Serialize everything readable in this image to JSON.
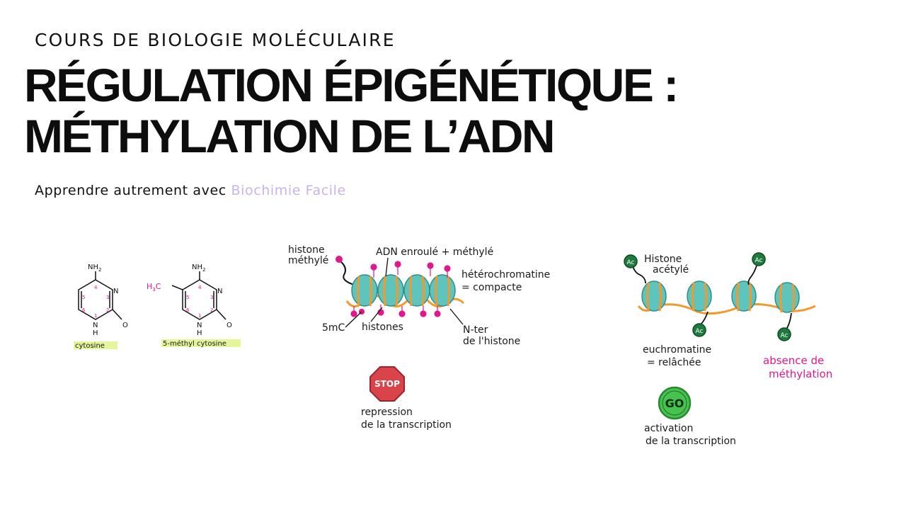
{
  "header": {
    "course": "COURS DE BIOLOGIE MOLÉCULAIRE",
    "title_line1": "RÉGULATION ÉPIGÉNÉTIQUE :",
    "title_line2": "MÉTHYLATION DE L’ADN",
    "tagline_prefix": "Apprendre autrement avec",
    "tagline_brand": "Biochimie Facile"
  },
  "colors": {
    "brand": "#c9b3e8",
    "dna_strand": "#f29a2e",
    "nucleosome": "#5fc4bb",
    "methyl": "#e0188c",
    "acetyl": "#1f7a3d",
    "stop": "#d9434a",
    "go": "#47c24f",
    "highlight": "#e4f59a"
  },
  "molecules": {
    "cytosine": {
      "label": "cytosine",
      "amine": "NH",
      "amine_sub": "2",
      "n3": "N",
      "n1": "N",
      "h": "H",
      "o": "O",
      "ring_numbers": [
        "4",
        "3",
        "2",
        "1",
        "6",
        "5"
      ]
    },
    "methylcytosine": {
      "label": "5-méthyl cytosine",
      "methyl": "H",
      "methyl_sub": "3",
      "methyl_c": "C",
      "amine": "NH",
      "amine_sub": "2",
      "n3": "N",
      "n1": "N",
      "h": "H",
      "o": "O",
      "ring_numbers": [
        "4",
        "3",
        "2",
        "1",
        "6",
        "5"
      ]
    }
  },
  "heterochromatin": {
    "label_histone_1": "histone",
    "label_histone_2": "méthylé",
    "label_dna": "ADN enroulé + méthylé",
    "label_state_1": "hétérochromatine",
    "label_state_2": "= compacte",
    "label_5mc": "5mC",
    "label_histones": "histones",
    "label_nter_1": "N-ter",
    "label_nter_2": "de l'histone",
    "badge": "STOP",
    "caption_1": "repression",
    "caption_2": "de la transcription"
  },
  "euchromatin": {
    "label_histone_1": "Histone",
    "label_histone_2": "acétylé",
    "acetyl_label": "Ac",
    "label_state_1": "euchromatine",
    "label_state_2": "= relâchée",
    "note_1": "absence de",
    "note_2": "méthylation",
    "badge": "GO",
    "caption_1": "activation",
    "caption_2": "de la transcription"
  }
}
